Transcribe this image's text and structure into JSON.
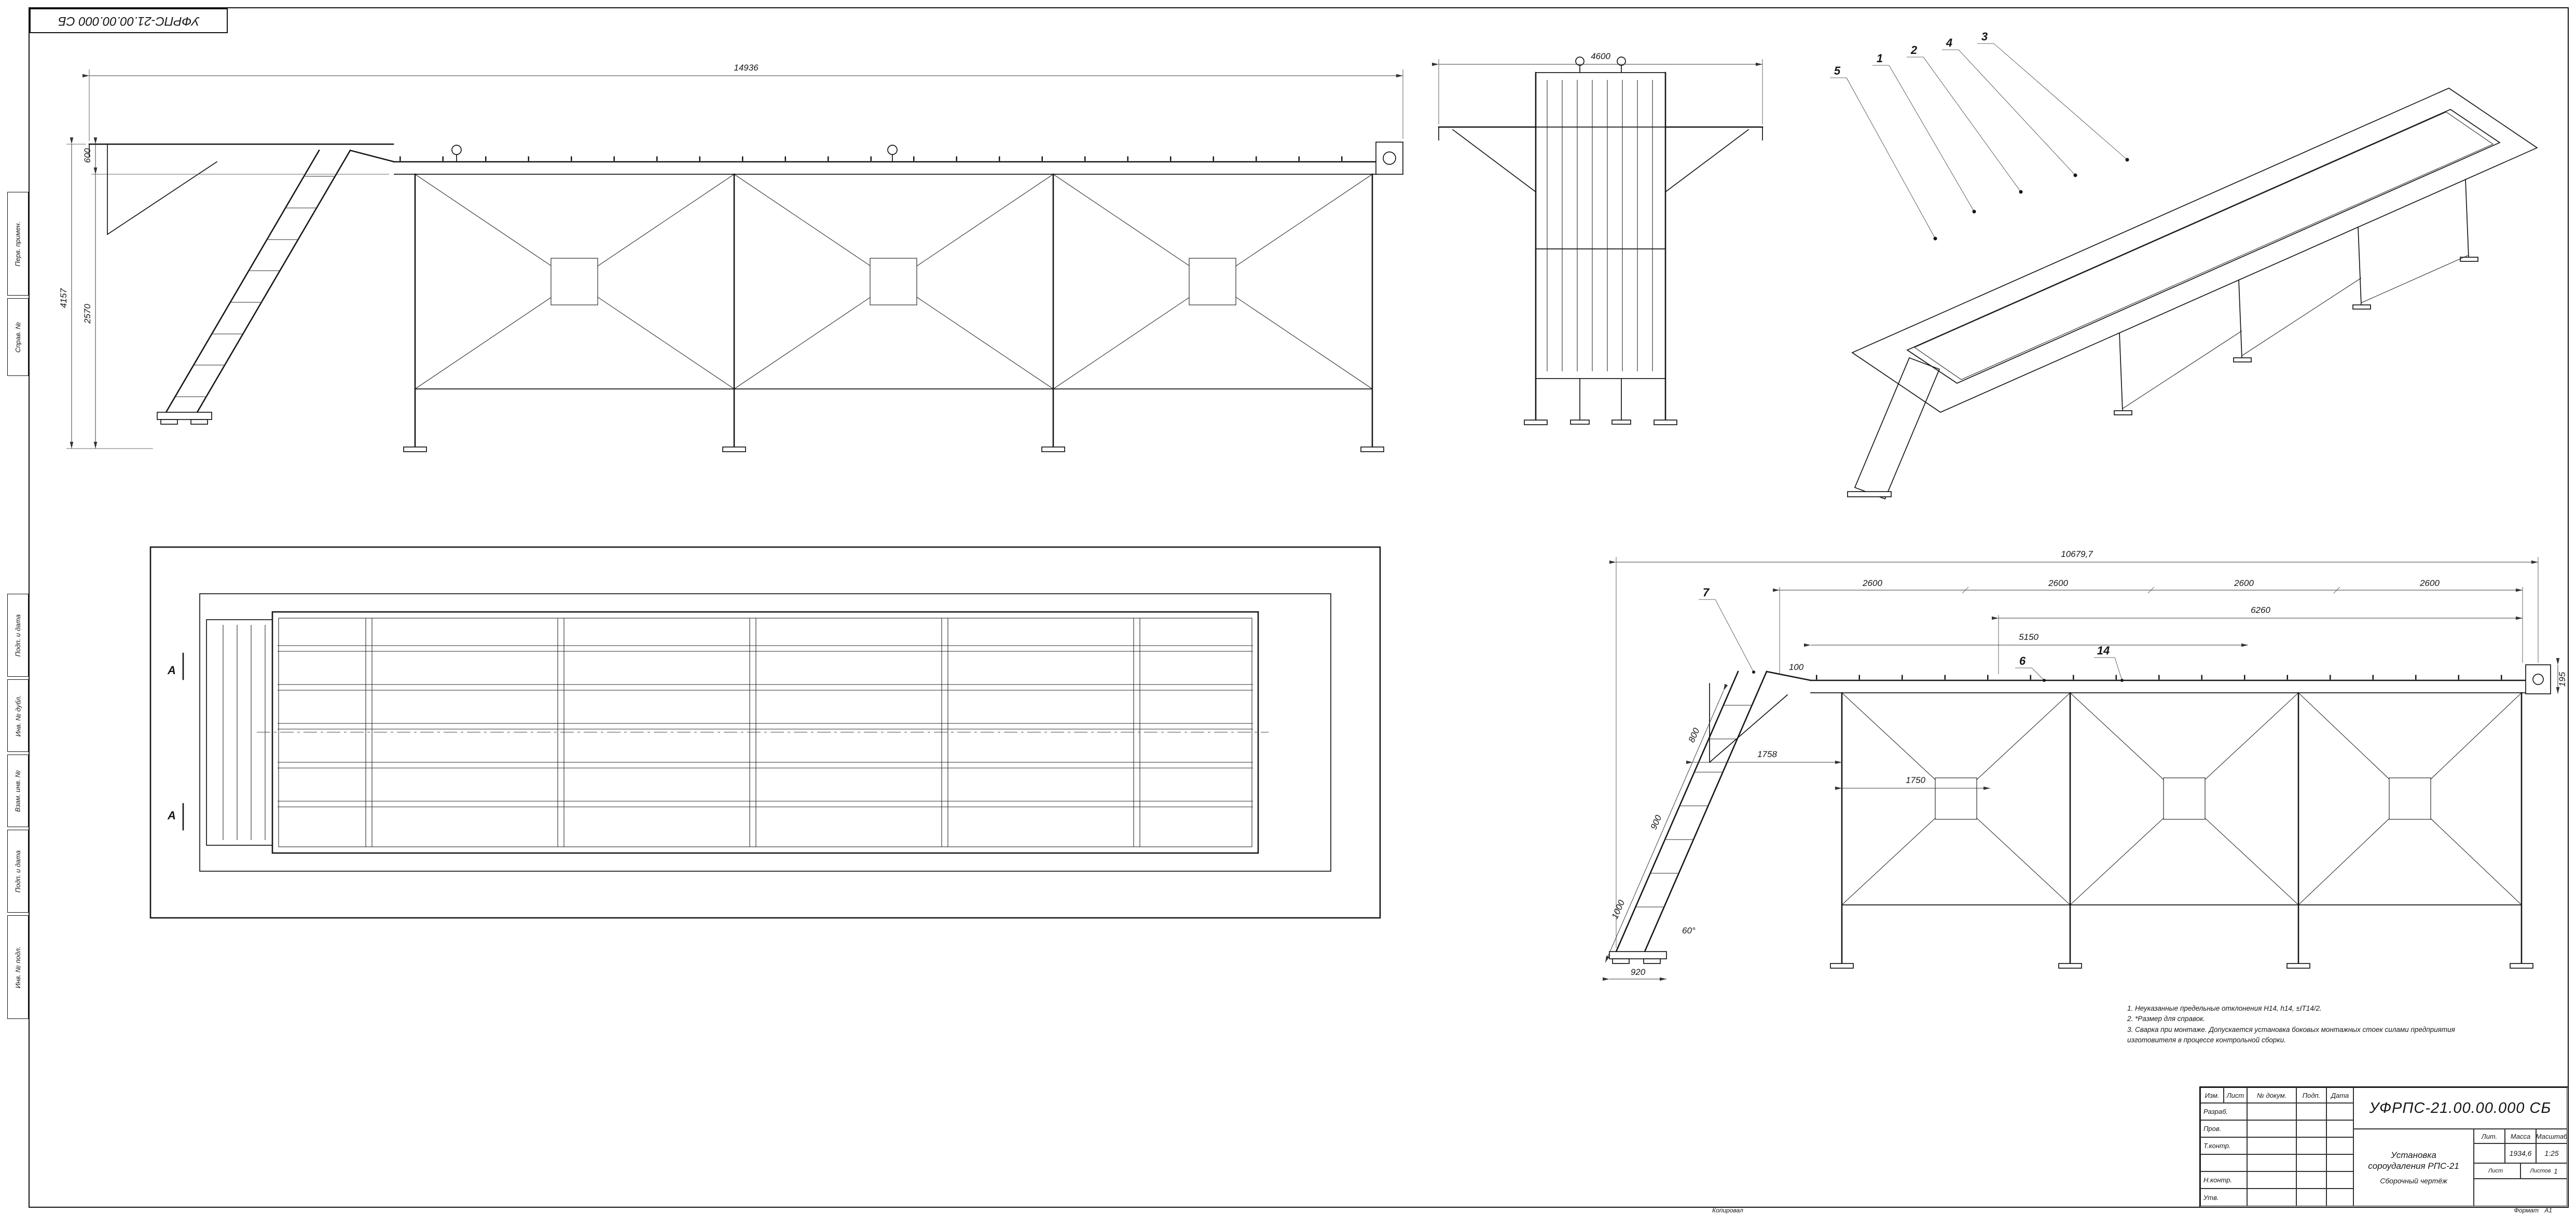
{
  "sheet": {
    "stamp_top": "УФРПС-21.00.00.000 СБ",
    "footer": {
      "copied": "Копировал",
      "format_label": "Формат",
      "format_value": "А1"
    }
  },
  "margin_stamps": {
    "perv_primen": "Перв. примен.",
    "sprav_no": "Справ. №",
    "podp_data1": "Подп. и дата",
    "inv_dubl": "Инв. № дубл.",
    "vzam_inv": "Взам. инв. №",
    "podp_data2": "Подп. и дата",
    "inv_podl": "Инв. № подл."
  },
  "views": {
    "side1": {
      "dim_overall": "14936",
      "dim_h1": "4157",
      "dim_h2": "2570",
      "dim_h3": "600"
    },
    "end": {
      "dim_width": "4600"
    },
    "iso": {
      "callouts": [
        "5",
        "1",
        "2",
        "4",
        "3"
      ]
    },
    "plan": {
      "section": "А"
    },
    "side2": {
      "dim_overall": "10679,7",
      "dim_bays": [
        "2600",
        "2600",
        "2600",
        "2600"
      ],
      "dim_right": "6260",
      "mid_dims": [
        "1750",
        "1758",
        "5150"
      ],
      "incline_dims": [
        "800",
        "900",
        "1000"
      ],
      "small_dims": [
        "920",
        "195",
        "100"
      ],
      "angle": "60°",
      "callouts": [
        "7",
        "6",
        "14"
      ]
    }
  },
  "notes": {
    "lines": [
      "1. Неуказанные предельные отклонения Н14, h14, ±IT14/2.",
      "2. *Размер для справок.",
      "3. Сварка при монтаже. Допускается установка боковых монтажных стоек силами предприятия изготовителя в процессе контрольной сборки."
    ]
  },
  "title_block": {
    "designation": "УФРПС-21.00.00.000 СБ",
    "name_line1": "Установка",
    "name_line2": "сороудаления РПС-21",
    "doc_type": "Сборочный чертёж",
    "headers": {
      "izm": "Изм.",
      "list": "Лист",
      "doc_no": "№ докум.",
      "podp": "Подп.",
      "data": "Дата",
      "lit": "Лит.",
      "massa": "Масса",
      "masshtab": "Масштаб",
      "list2": "Лист",
      "listov": "Листов"
    },
    "rows": {
      "razrab": "Разраб.",
      "prov": "Пров.",
      "t_kontr": "Т.контр.",
      "n_kontr": "Н.контр.",
      "utv": "Утв."
    },
    "values": {
      "lit": "",
      "massa": "1934,6",
      "masshtab": "1:25",
      "list": "",
      "listov": "1"
    }
  }
}
